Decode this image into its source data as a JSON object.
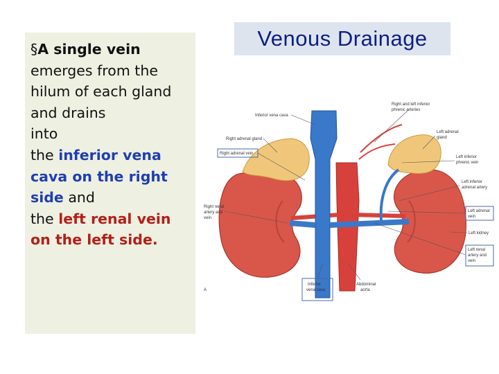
{
  "slide": {
    "title": "Venous Drainage",
    "bullet_marker": "§",
    "text": {
      "part1": "A single vein",
      "part2": "emerges from the hilum of each gland and drains",
      "part3": "into",
      "part4": "the",
      "part5": "inferior vena cava on the right side",
      "part6": "and",
      "part7": "the",
      "part8": "left renal vein on the left side."
    }
  },
  "diagram": {
    "labels": {
      "ivc": "Inferior vena cava",
      "right_adrenal_gland": "Right adrenal gland",
      "right_adrenal_vein": "Right adrenal vein",
      "right_renal_artery_vein_1": "Right renal",
      "right_renal_artery_vein_2": "artery and",
      "right_renal_artery_vein_3": "vein",
      "right_left_inferior_phrenic_1": "Right and left inferior",
      "right_left_inferior_phrenic_2": "phrenic arteries",
      "left_adrenal_gland_1": "Left adrenal",
      "left_adrenal_gland_2": "gland",
      "left_inferior_phrenic_vein_1": "Left inferior",
      "left_inferior_phrenic_vein_2": "phrenic vein",
      "left_inferior_adrenal_artery_1": "Left inferior",
      "left_inferior_adrenal_artery_2": "adrenal artery",
      "left_adrenal_vein_1": "Left adrenal",
      "left_adrenal_vein_2": "vein",
      "left_kidney": "Left kidney",
      "left_renal_artery_vein_1": "Left renal",
      "left_renal_artery_vein_2": "artery and",
      "left_renal_artery_vein_3": "vein",
      "inferior_vena_cava_bottom_1": "Inferior",
      "inferior_vena_cava_bottom_2": "vena cava",
      "abdominal_aorta_1": "Abdominal",
      "abdominal_aorta_2": "aorta",
      "figure_letter": "A"
    },
    "colors": {
      "vein": "#3a78c9",
      "artery": "#d8413b",
      "kidney": "#d9574a",
      "adrenal": "#f0c77a",
      "label_box": "#4a6aa8"
    }
  }
}
